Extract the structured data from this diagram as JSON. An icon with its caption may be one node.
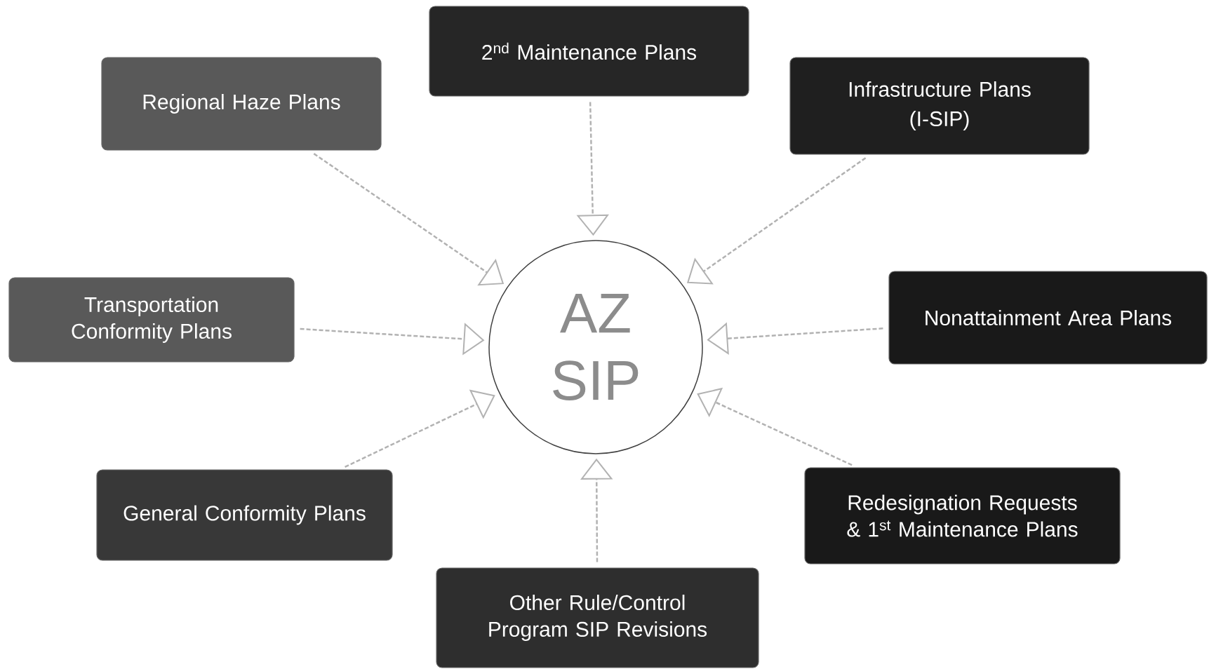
{
  "diagram": {
    "nodes": [
      {
        "text": [
          "2$^{nd}$ Maintenance Plans"
        ]
      },
      {
        "text": [
          "Regional Haze Plans"
        ]
      },
      {
        "text": [
          "Infrastructure Plans",
          "(I-SIP)"
        ]
      },
      {
        "text": [
          "Transportation Conformity Plans"
        ]
      },
      {
        "text": [
          "AZ SIP"
        ]
      },
      {
        "text": [
          "Nonattainment Area Plans"
        ]
      },
      {
        "text": [
          "General Conformity Plans"
        ]
      },
      {
        "text": [
          "Redesignation Requests & 1$^{st}$ Maintenance Plans"
        ]
      },
      {
        "text": [
          "Other Rule/Control Program SIP Revisions"
        ]
      }
    ],
    "edges": [
      {
        "from": 0,
        "to": 4,
        "arrow": "to"
      },
      {
        "from": 1,
        "to": 4,
        "arrow": "to"
      },
      {
        "from": 2,
        "to": 4,
        "arrow": "to"
      },
      {
        "from": 3,
        "to": 4,
        "arrow": "to"
      },
      {
        "from": 5,
        "to": 4,
        "arrow": "to"
      },
      {
        "from": 6,
        "to": 4,
        "arrow": "to"
      },
      {
        "from": 7,
        "to": 4,
        "arrow": "to"
      },
      {
        "from": 8,
        "to": 4,
        "arrow": "to"
      }
    ]
  }
}
